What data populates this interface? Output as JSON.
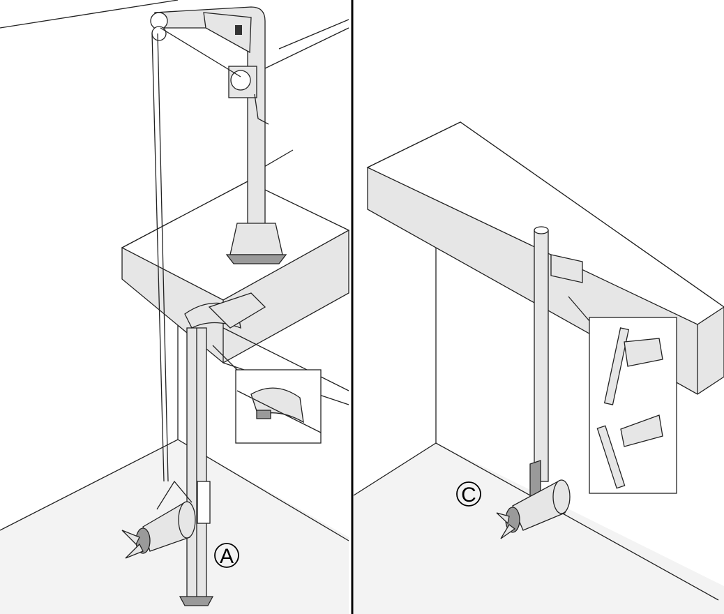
{
  "panels": [
    {
      "id": "left",
      "label": "A",
      "description_hidden": true
    },
    {
      "id": "right",
      "label": "C"
    }
  ],
  "colors": {
    "line": "#222222",
    "fill": "#e6e6e6",
    "floor": "#f3f3f3",
    "divider": "#000000"
  }
}
